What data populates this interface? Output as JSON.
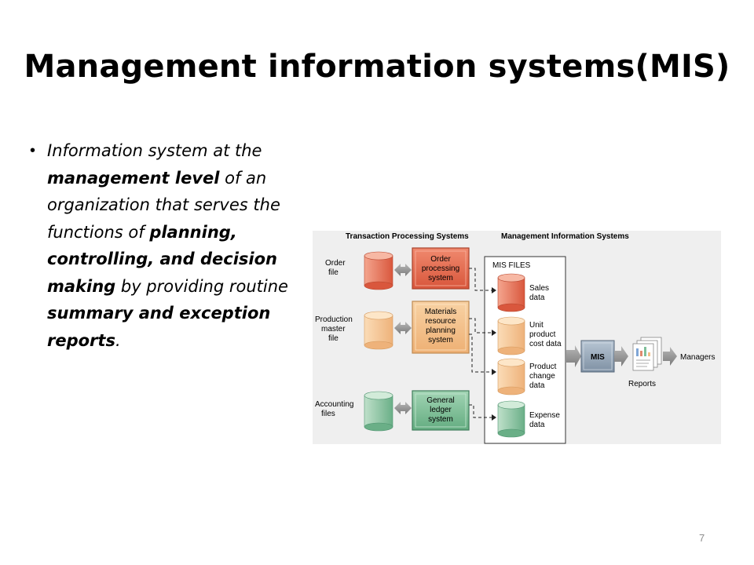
{
  "slide": {
    "title": "Management information systems(MIS)",
    "page_number": "7"
  },
  "bullet": {
    "part1": "Information system at the ",
    "bold1": "management level",
    "part2": " of an organization that serves the functions of ",
    "bold2": "planning, controlling, and decision making",
    "part3": " by providing routine ",
    "bold3": "summary and exception reports",
    "part4": "."
  },
  "diagram": {
    "header_tps": "Transaction Processing Systems",
    "header_mis": "Management Information Systems",
    "mis_files_label": "MIS FILES",
    "sources": [
      {
        "line1": "Order",
        "line2": "file",
        "line3": ""
      },
      {
        "line1": "Production",
        "line2": "master",
        "line3": "file"
      },
      {
        "line1": "Accounting",
        "line2": "files",
        "line3": ""
      }
    ],
    "systems": [
      {
        "line1": "Order",
        "line2": "processing",
        "line3": "system"
      },
      {
        "line1": "Materials",
        "line2": "resource",
        "line3": "planning",
        "line4": "system"
      },
      {
        "line1": "General",
        "line2": "ledger",
        "line3": "system"
      }
    ],
    "files": [
      {
        "line1": "Sales",
        "line2": "data",
        "line3": ""
      },
      {
        "line1": "Unit",
        "line2": "product",
        "line3": "cost data"
      },
      {
        "line1": "Product",
        "line2": "change",
        "line3": "data"
      },
      {
        "line1": "Expense",
        "line2": "data",
        "line3": ""
      }
    ],
    "mis_label": "MIS",
    "reports_label": "Reports",
    "managers_label": "Managers",
    "colors": {
      "order": "#e8735a",
      "production": "#f3c08a",
      "accounting": "#7fbf9a",
      "mis_box": "#9aa9b9"
    }
  }
}
